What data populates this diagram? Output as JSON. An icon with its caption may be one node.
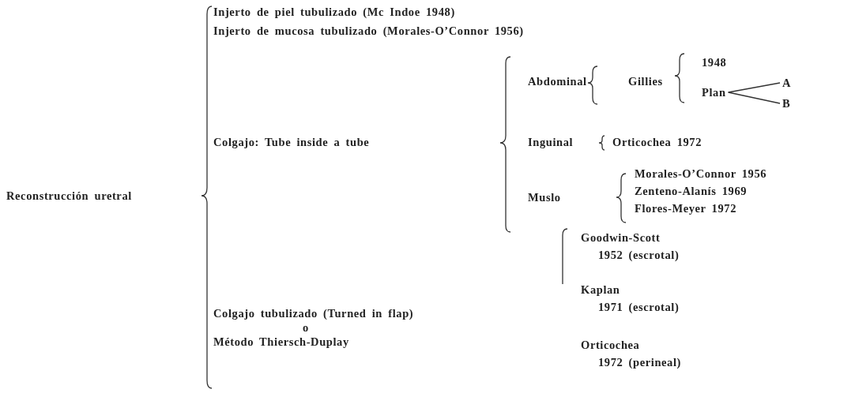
{
  "diagram": {
    "nodes": [
      {
        "text": [
          "Plan"
        ]
      },
      {
        "text": [
          "A"
        ]
      },
      {
        "text": [
          "B"
        ]
      }
    ],
    "edges": [
      {
        "from": 0,
        "to": 1,
        "arrow": "none"
      },
      {
        "from": 0,
        "to": 2,
        "arrow": "none"
      }
    ],
    "labels": [
      "Injerto de piel tubulizado (Mc Indoe 1948)",
      "Injerto de mucosa tubulizado (Morales-O’Connor 1956)",
      "1948",
      "Abdominal",
      "Gillies",
      "Colgajo: Tube inside a tube",
      "Inguinal",
      "Orticochea 1972",
      "Morales-O’Connor 1956",
      "Reconstrucción uretral",
      "Muslo",
      "Zenteno-Alanís 1969",
      "Flores-Meyer 1972",
      "Goodwin-Scott",
      "1952 (escrotal)",
      "Kaplan",
      "1971 (escrotal)",
      "Colgajo tubulizado (Turned in flap)",
      "o",
      "Método Thiersch-Duplay",
      "Orticochea",
      "1972 (perineal)"
    ]
  }
}
